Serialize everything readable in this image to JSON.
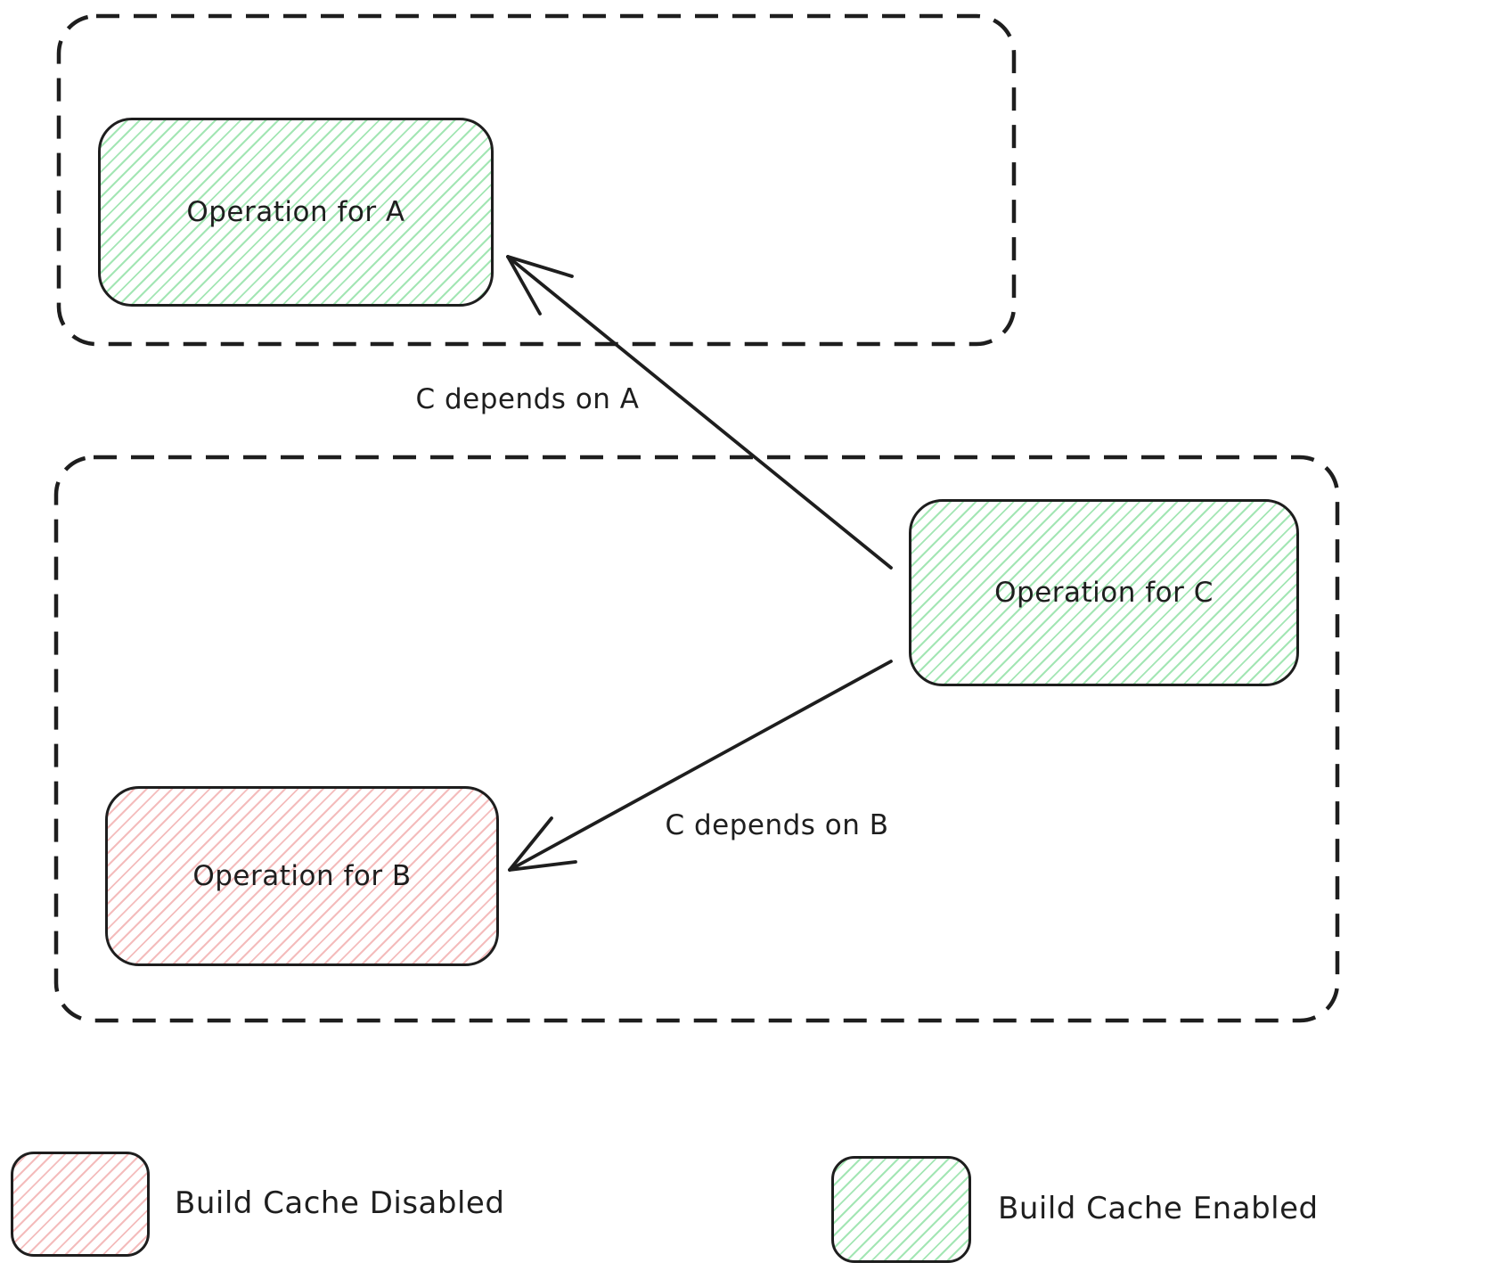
{
  "nodes": {
    "a": {
      "label": "Operation for A",
      "cache": "enabled"
    },
    "b": {
      "label": "Operation for B",
      "cache": "disabled"
    },
    "c": {
      "label": "Operation for C",
      "cache": "enabled"
    }
  },
  "edges": {
    "ca": {
      "label": "C depends on A",
      "from": "c",
      "to": "a"
    },
    "cb": {
      "label": "C depends on B",
      "from": "c",
      "to": "b"
    }
  },
  "legend": {
    "disabled": {
      "label": "Build Cache Disabled",
      "color": "#ffc9c9"
    },
    "enabled": {
      "label": "Build Cache Enabled",
      "color": "#b2f2bb"
    }
  },
  "colors": {
    "stroke": "#1e1e1e",
    "enabled_hatch": "#a3e6b4",
    "disabled_hatch": "#f4bcbc",
    "background": "#ffffff"
  }
}
